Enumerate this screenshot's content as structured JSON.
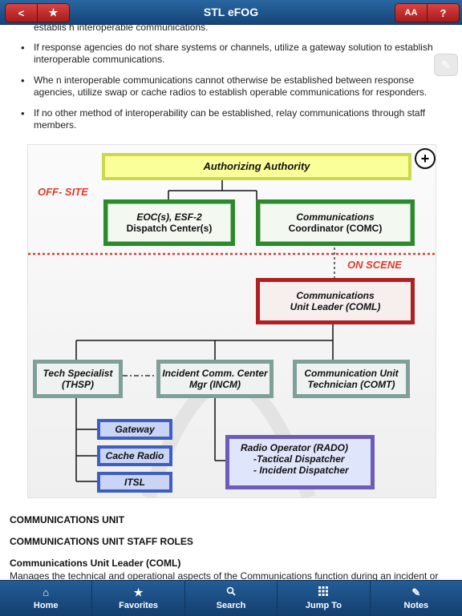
{
  "header": {
    "title": "STL eFOG",
    "back_symbol": "<",
    "favorite_symbol": "★",
    "font_size_symbol": "AA",
    "help_symbol": "?"
  },
  "body": {
    "fragment": "establis h interoperable communications.",
    "bullets": [
      "If response agencies do not share systems or channels, utilize a gateway solution to establish interoperable communications.",
      "Whe n interoperable communications cannot otherwise be established between response agencies, utilize swap or cache radios to establish operable communications for responders.",
      "If no other method of interoperability can be established, relay communications through staff members."
    ],
    "diagram": {
      "authorizing": "Authorizing Authority",
      "off_site": "OFF- SITE",
      "on_scene": "ON SCENE",
      "eoc_line1": "EOC(s), ESF-2",
      "eoc_line2": "Dispatch Center(s)",
      "comc_line1": "Communications",
      "comc_line2": "Coordinator (COMC)",
      "coml_line1": "Communications",
      "coml_line2": "Unit Leader (COML)",
      "thsp_line1": "Tech Specialist",
      "thsp_line2": "(THSP)",
      "incm_line1": "Incident Comm. Center",
      "incm_line2": "Mgr (INCM)",
      "comt_line1": "Communication Unit",
      "comt_line2": "Technician (COMT)",
      "gateway": "Gateway",
      "cache_radio": "Cache Radio",
      "itsl": "ITSL",
      "rado_line1": "Radio Operator (RADO)",
      "rado_line2": "-Tactical Dispatcher",
      "rado_line3": "- Incident Dispatcher",
      "plus_symbol": "+"
    },
    "section1": "COMMUNICATIONS UNIT",
    "section2": "COMMUNICATIONS UNIT STAFF ROLES",
    "section3": "Communications Unit Leader (COML)",
    "section3_desc": "Manages the technical and operational aspects of the Communications function during an incident or"
  },
  "tabs": [
    {
      "label": "Home",
      "icon": "home-icon"
    },
    {
      "label": "Favorites",
      "icon": "star-icon"
    },
    {
      "label": "Search",
      "icon": "search-icon"
    },
    {
      "label": "Jump To",
      "icon": "grid-icon"
    },
    {
      "label": "Notes",
      "icon": "pencil-icon"
    }
  ]
}
